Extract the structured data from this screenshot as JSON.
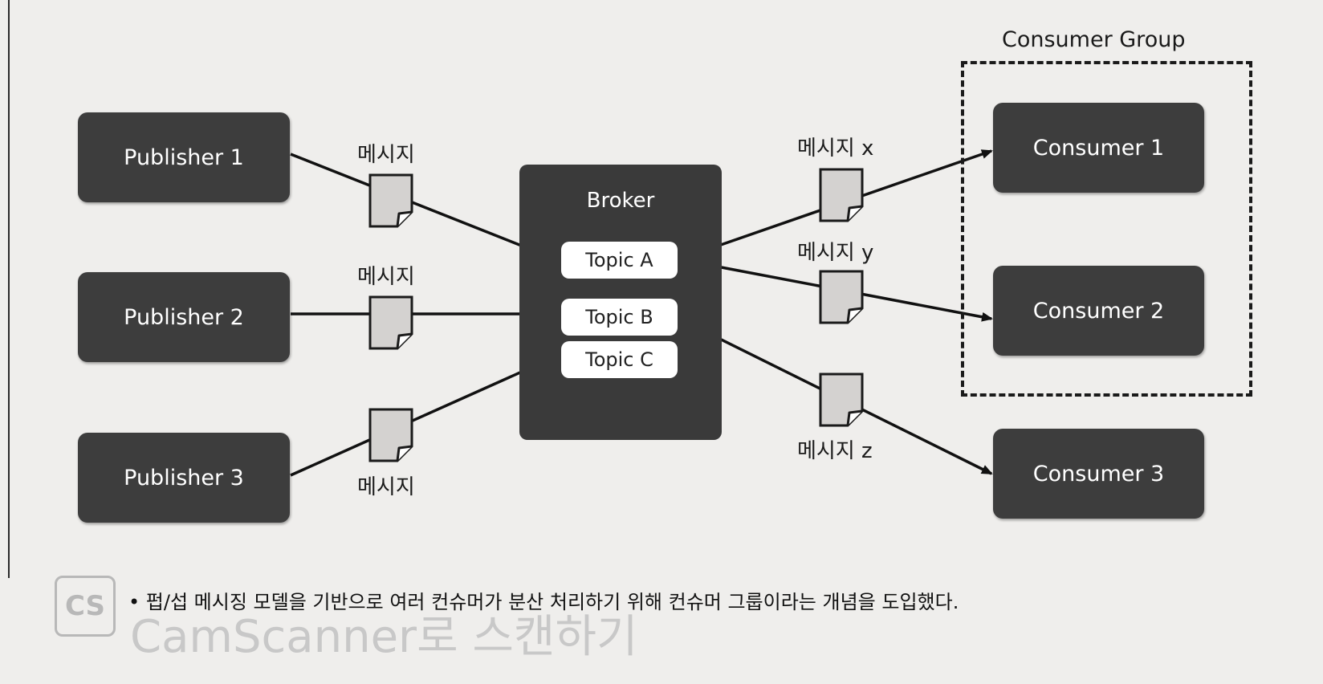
{
  "publishers": [
    {
      "label": "Publisher 1"
    },
    {
      "label": "Publisher 2"
    },
    {
      "label": "Publisher 3"
    }
  ],
  "broker": {
    "label": "Broker",
    "topics": [
      {
        "label": "Topic A"
      },
      {
        "label": "Topic B"
      },
      {
        "label": "Topic C"
      }
    ]
  },
  "consumer_group": {
    "label": "Consumer Group"
  },
  "consumers": [
    {
      "label": "Consumer 1"
    },
    {
      "label": "Consumer 2"
    },
    {
      "label": "Consumer 3"
    }
  ],
  "message_labels": {
    "pub1": "메시지",
    "pub2": "메시지",
    "pub3": "메시지",
    "x": "메시지 x",
    "y": "메시지 y",
    "z": "메시지 z"
  },
  "caption": "• 펍/섭 메시징 모델을 기반으로 여러 컨슈머가 분산 처리하기 위해 컨슈머 그룹이라는 개념을 도입했다.",
  "watermark": {
    "logo": "CS",
    "text": "CamScanner로 스캔하기"
  },
  "colors": {
    "box": "#3d3d3d",
    "doc": "#d4d2d0",
    "background": "#efeeec"
  }
}
